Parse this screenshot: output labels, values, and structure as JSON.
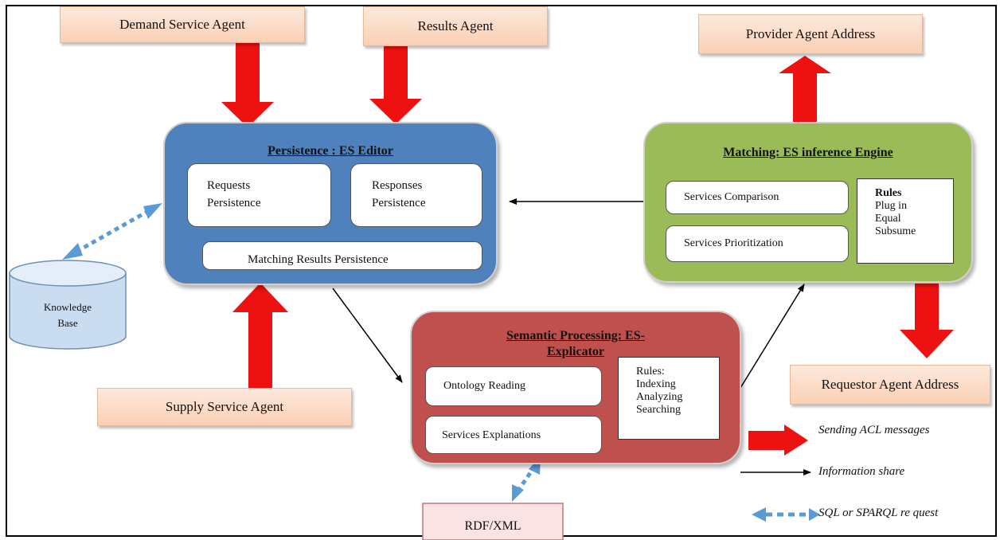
{
  "agents": {
    "demand": "Demand Service Agent",
    "results": "Results Agent",
    "provider": "Provider Agent Address",
    "requestor": "Requestor Agent Address",
    "supply": "Supply Service Agent"
  },
  "persistence": {
    "title": "Persistence  : ES Editor",
    "requests": [
      "Requests",
      "Persistence"
    ],
    "responses": [
      "Responses",
      "Persistence"
    ],
    "matching_results": "Matching Results Persistence"
  },
  "matching": {
    "title": "Matching: ES inference Engine",
    "comparison": "Services Comparison",
    "prioritization": "Services Prioritization",
    "rules_title": "Rules",
    "rules": [
      "Plug in",
      "Equal",
      "Subsume"
    ]
  },
  "semantic": {
    "title": [
      "Semantic Processing: ES-",
      "Explicator"
    ],
    "ontology": "Ontology Reading",
    "explanations": "Services Explanations",
    "rules": [
      "Rules:",
      "Indexing",
      "Analyzing",
      "Searching"
    ]
  },
  "knowledge_base": [
    "Knowledge",
    "Base"
  ],
  "rdf": "RDF/XML",
  "legend": {
    "acl": "Sending ACL messages",
    "info": "Information share",
    "sql": "SQL or SPARQL re quest"
  },
  "colors": {
    "red_arrow": "#ee1111",
    "persistence_panel": "#4f81bd",
    "matching_panel": "#9bbb59",
    "semantic_panel": "#c0504d",
    "agent_fill": "#fbd5bb",
    "dotted_arrow": "#5b9bd5"
  }
}
